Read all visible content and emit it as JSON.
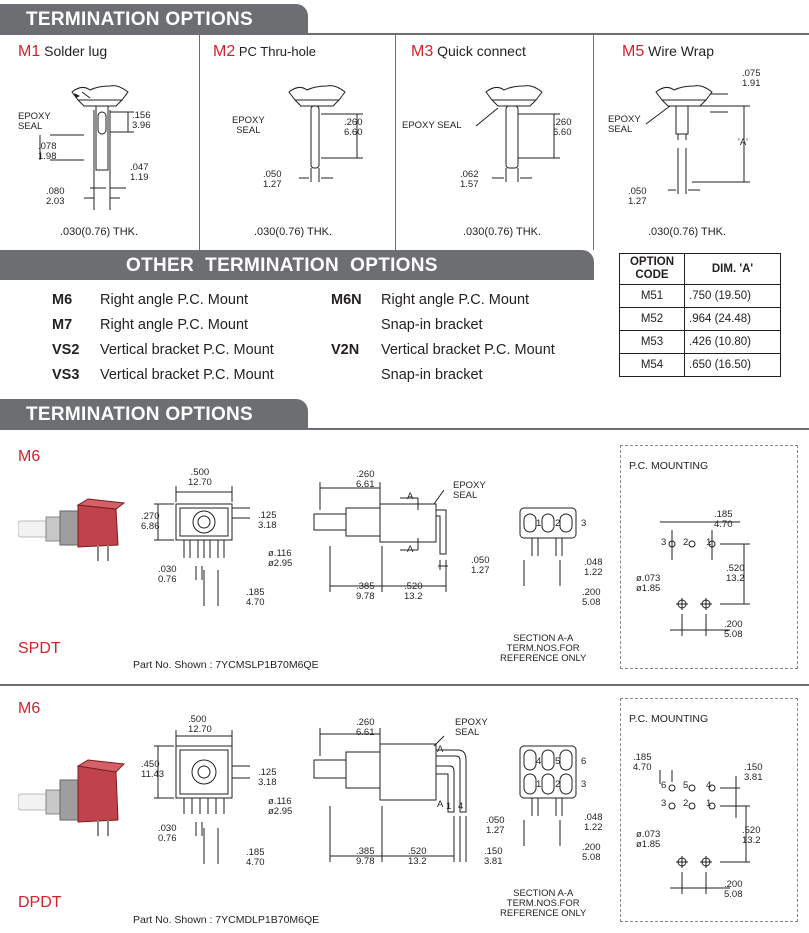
{
  "headers": {
    "termination_top": "TERMINATION OPTIONS",
    "other": "OTHER  TERMINATION  OPTIONS",
    "termination_bottom": "TERMINATION OPTIONS"
  },
  "top_options": [
    {
      "code": "M1",
      "name": "Solder lug",
      "thk": ".030(0.76) THK."
    },
    {
      "code": "M2",
      "name": "PC Thru-hole",
      "thk": ".030(0.76) THK."
    },
    {
      "code": "M3",
      "name": "Quick connect",
      "thk": ".030(0.76) THK."
    },
    {
      "code": "M5",
      "name": "Wire Wrap",
      "thk": ".030(0.76) THK."
    }
  ],
  "m1_dims": {
    "epoxy": "EPOXY\nSEAL",
    "d1": ".156\n3.96",
    "d2": ".078\n1.98",
    "d3": ".047\n1.19",
    "d4": ".080\n2.03"
  },
  "m2_dims": {
    "epoxy": "EPOXY\nSEAL",
    "d1": ".260\n6.60",
    "d2": ".050\n1.27"
  },
  "m3_dims": {
    "epoxy": "EPOXY SEAL",
    "d1": ".260\n6.60",
    "d2": ".062\n1.57"
  },
  "m5_dims": {
    "epoxy": "EPOXY\nSEAL",
    "d1": ".075\n1.91",
    "d2": "'A'",
    "d3": ".050\n1.27"
  },
  "other_options_left": [
    {
      "code": "M6",
      "desc": "Right angle P.C. Mount"
    },
    {
      "code": "M7",
      "desc": "Right angle P.C. Mount"
    },
    {
      "code": "VS2",
      "desc": "Vertical bracket P.C. Mount"
    },
    {
      "code": "VS3",
      "desc": "Vertical bracket P.C. Mount"
    }
  ],
  "other_options_right": [
    {
      "code": "M6N",
      "desc": "Right angle P.C. Mount"
    },
    {
      "code": "",
      "desc": "Snap-in bracket"
    },
    {
      "code": "V2N",
      "desc": "Vertical bracket P.C. Mount"
    },
    {
      "code": "",
      "desc": "Snap-in bracket"
    }
  ],
  "dim_table": {
    "headers": [
      "OPTION\nCODE",
      "DIM. 'A'"
    ],
    "rows": [
      [
        "M51",
        ".750 (19.50)"
      ],
      [
        "M52",
        ".964 (24.48)"
      ],
      [
        "M53",
        ".426 (10.80)"
      ],
      [
        "M54",
        ".650 (16.50)"
      ]
    ]
  },
  "spdt": {
    "code": "M6",
    "type": "SPDT",
    "part": "Part No. Shown : 7YCMSLP1B70M6QE",
    "dims": {
      "w": ".500\n12.70",
      "h": ".270\n6.86",
      "a": ".125\n3.18",
      "b": "ø.116\nø2.95",
      "c": ".030\n0.76",
      "d": ".185\n4.70",
      "len": ".260\n6.61",
      "epoxy": "EPOXY\nSEAL",
      "e": ".050\n1.27",
      "f": ".385\n9.78",
      "g": ".520\n13.2",
      "aa": "A",
      "h2": ".048\n1.22",
      "i": ".200\n5.08",
      "section": "SECTION A-A\nTERM.NOS.FOR\nREFERENCE ONLY",
      "pins": [
        "1",
        "2",
        "3"
      ]
    },
    "pcb": {
      "title": "P.C. MOUNTING",
      "a": ".185\n4.70",
      "b": ".520\n13.2",
      "c": "ø.073\nø1.85",
      "d": ".200\n5.08",
      "pins": [
        "3",
        "2",
        "1"
      ]
    }
  },
  "dpdt": {
    "code": "M6",
    "type": "DPDT",
    "part": "Part No. Shown : 7YCMDLP1B70M6QE",
    "dims": {
      "w": ".500\n12.70",
      "h": ".450\n11.43",
      "a": ".125\n3.18",
      "b": "ø.116\nø2.95",
      "c": ".030\n0.76",
      "d": ".185\n4.70",
      "len": ".260\n6.61",
      "epoxy": "EPOXY\nSEAL",
      "e": ".050\n1.27",
      "f": ".385\n9.78",
      "g": ".520\n13.2",
      "j": ".150\n3.81",
      "aa": "A",
      "h2": ".048\n1.22",
      "i": ".200\n5.08",
      "section": "SECTION A-A\nTERM.NOS.FOR\nREFERENCE ONLY",
      "pins_top": [
        "4",
        "5",
        "6"
      ],
      "pins_bot": [
        "1",
        "2",
        "3"
      ],
      "side": [
        "1",
        "4"
      ]
    },
    "pcb": {
      "title": "P.C. MOUNTING",
      "a": ".185\n4.70",
      "b": ".150\n3.81",
      "c": ".520\n13.2",
      "d": "ø.073\nø1.85",
      "e": ".200\n5.08",
      "pins_top": [
        "6",
        "5",
        "4"
      ],
      "pins_bot": [
        "3",
        "2",
        "1"
      ]
    }
  }
}
